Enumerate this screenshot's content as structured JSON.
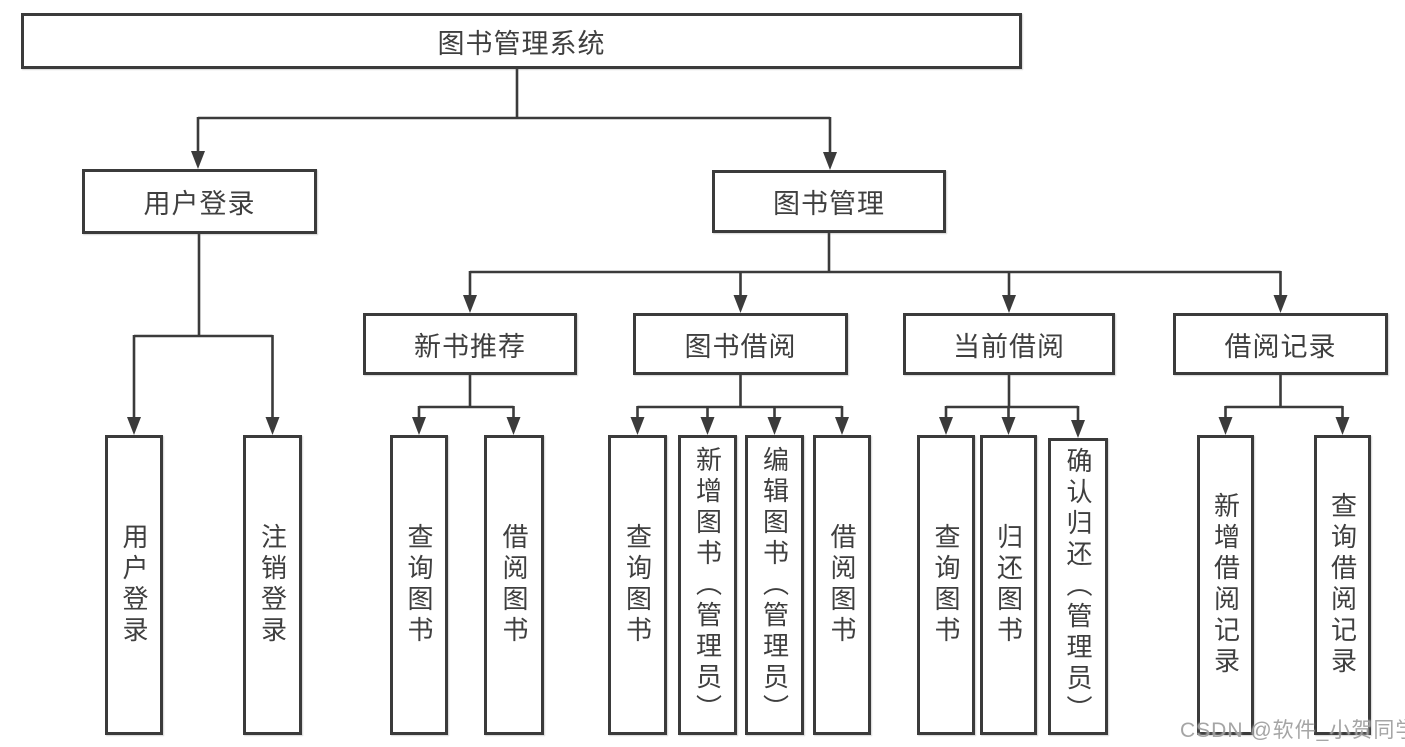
{
  "diagram_title": "图书管理系统",
  "tree": {
    "root": {
      "label": "图书管理系统",
      "children": [
        {
          "label": "用户登录",
          "children": [
            {
              "label": "用户登录"
            },
            {
              "label": "注销登录"
            }
          ]
        },
        {
          "label": "图书管理",
          "children": [
            {
              "label": "新书推荐",
              "children": [
                {
                  "label": "查询图书"
                },
                {
                  "label": "借阅图书"
                }
              ]
            },
            {
              "label": "图书借阅",
              "children": [
                {
                  "label": "查询图书"
                },
                {
                  "label": "新增图书（管理员）"
                },
                {
                  "label": "编辑图书（管理员）"
                },
                {
                  "label": "借阅图书"
                }
              ]
            },
            {
              "label": "当前借阅",
              "children": [
                {
                  "label": "查询图书"
                },
                {
                  "label": "归还图书"
                },
                {
                  "label": "确认归还（管理员）"
                }
              ]
            },
            {
              "label": "借阅记录",
              "children": [
                {
                  "label": "新增借阅记录"
                },
                {
                  "label": "查询借阅记录"
                }
              ]
            }
          ]
        }
      ]
    }
  },
  "watermark": {
    "text": "CSDN @软件_小贺同学"
  },
  "colors": {
    "line": "#3b3b3b",
    "text": "#3f3f3f",
    "watermark": "#9b9b9b",
    "background": "#ffffff"
  }
}
